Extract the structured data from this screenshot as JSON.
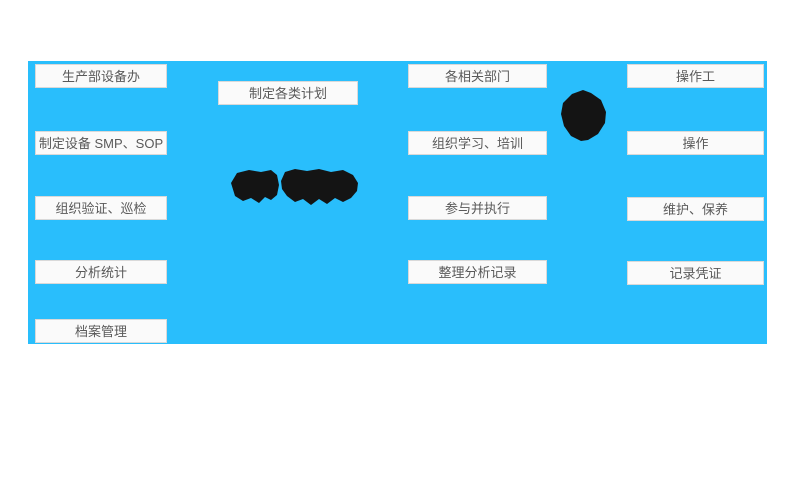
{
  "colors": {
    "canvas": "#ffffff",
    "panel": "#29befc",
    "box_bg": "#fafafa",
    "box_border": "#d9d9d9",
    "box_text": "#595959",
    "blob": "#141414"
  },
  "lanes": {
    "equipment_office": {
      "items": [
        "生产部设备办",
        "制定设备 SMP、SOP",
        "组织验证、巡检",
        "分析统计",
        "档案管理"
      ]
    },
    "plan_box": {
      "label": "制定各类计划"
    },
    "related_departments": {
      "items": [
        "各相关部门",
        "组织学习、培训",
        "参与并执行",
        "整理分析记录"
      ]
    },
    "operators": {
      "items": [
        "操作工",
        "操作",
        "维护、保养",
        "记录凭证"
      ]
    }
  },
  "shapes": {
    "text_smudge": "illegible-bold-text-blob",
    "round_smudge": "black-round-blob"
  }
}
